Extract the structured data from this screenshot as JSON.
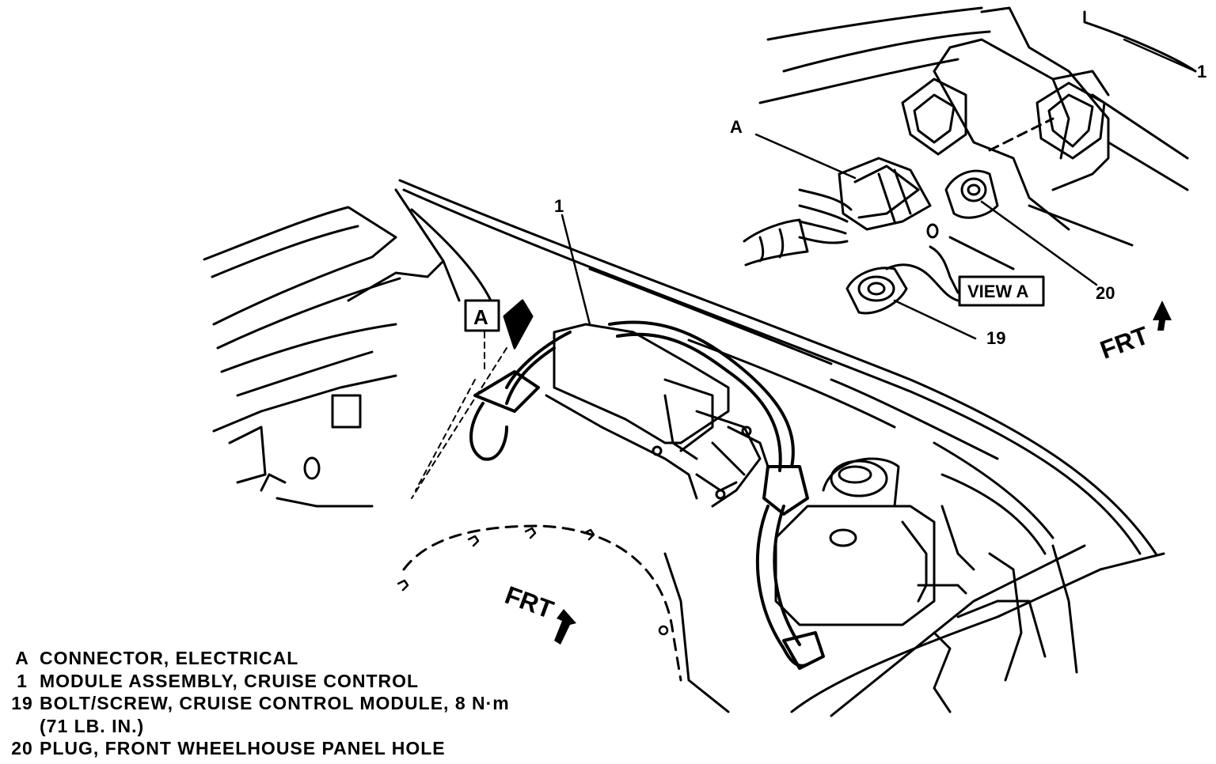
{
  "callouts": {
    "module_main": "1",
    "module_inset": "1",
    "connector": "A",
    "view_tag": "A",
    "bolt": "19",
    "plug": "20"
  },
  "view_box_label": "VIEW A",
  "frt_main": "FRT",
  "frt_inset": "FRT",
  "legend": [
    {
      "key": "A",
      "text": "CONNECTOR, ELECTRICAL"
    },
    {
      "key": "1",
      "text": "MODULE ASSEMBLY, CRUISE CONTROL"
    },
    {
      "key": "19",
      "text": "BOLT/SCREW, CRUISE CONTROL MODULE, 8 N·m",
      "sub": "(71 LB. IN.)"
    },
    {
      "key": "20",
      "text": "PLUG, FRONT WHEELHOUSE PANEL HOLE"
    }
  ]
}
